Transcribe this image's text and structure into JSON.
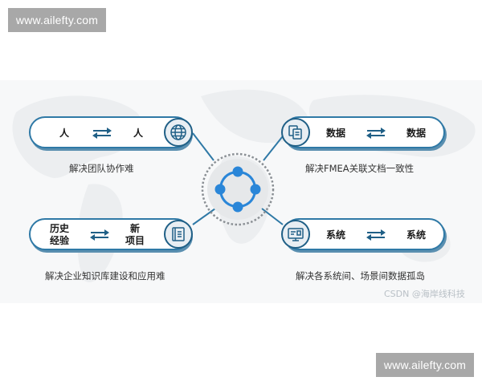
{
  "watermark": {
    "top": "www.ailefty.com",
    "bottom": "www.ailefty.com"
  },
  "cards": {
    "team": {
      "left": "人",
      "right": "人",
      "caption": "解决团队协作难"
    },
    "data": {
      "left": "数据",
      "right": "数据",
      "caption": "解决FMEA关联文档一致性"
    },
    "knowledge": {
      "left_line1": "历史",
      "left_line2": "经验",
      "right_line1": "新",
      "right_line2": "项目",
      "caption": "解决企业知识库建设和应用难"
    },
    "system": {
      "left": "系统",
      "right": "系统",
      "caption": "解决各系统间、场景间数据孤岛"
    }
  },
  "credit": "CSDN @海岸线科技",
  "icons": {
    "team": "globe-icon",
    "data": "copy-documents-icon",
    "knowledge": "notebook-icon",
    "system": "monitor-icon",
    "hub": "network-hub-icon"
  },
  "colors": {
    "accent": "#2f79a6",
    "hub_node": "#2a86d8",
    "arrow": "#1f5f86"
  }
}
